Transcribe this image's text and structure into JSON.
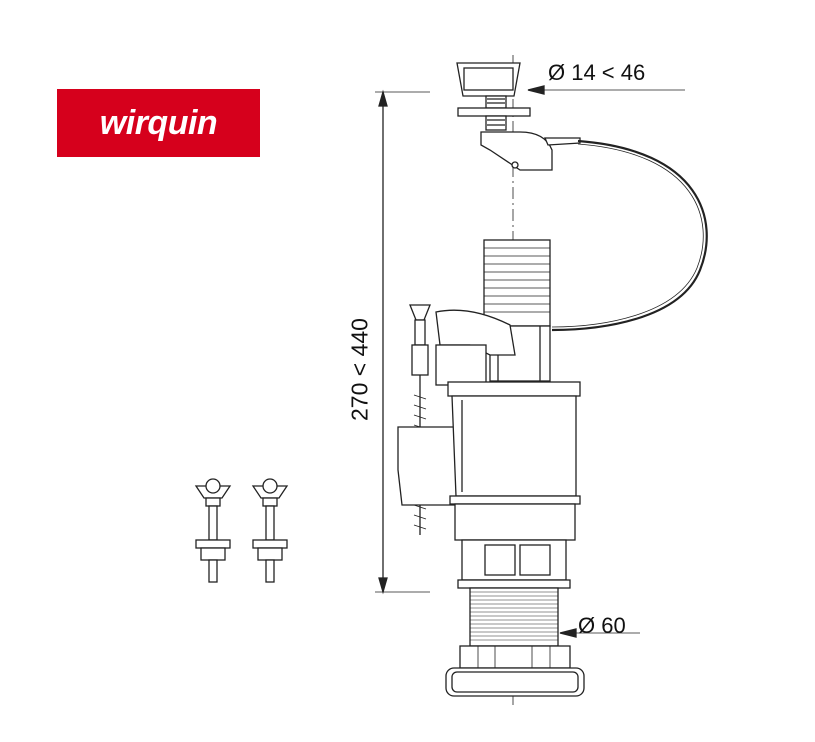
{
  "brand": {
    "name": "wirquin",
    "color": "#d6001c"
  },
  "dimensions": {
    "button_diameter": "Ø 14 < 46",
    "base_diameter": "Ø 60",
    "height_range": "270 < 440"
  }
}
